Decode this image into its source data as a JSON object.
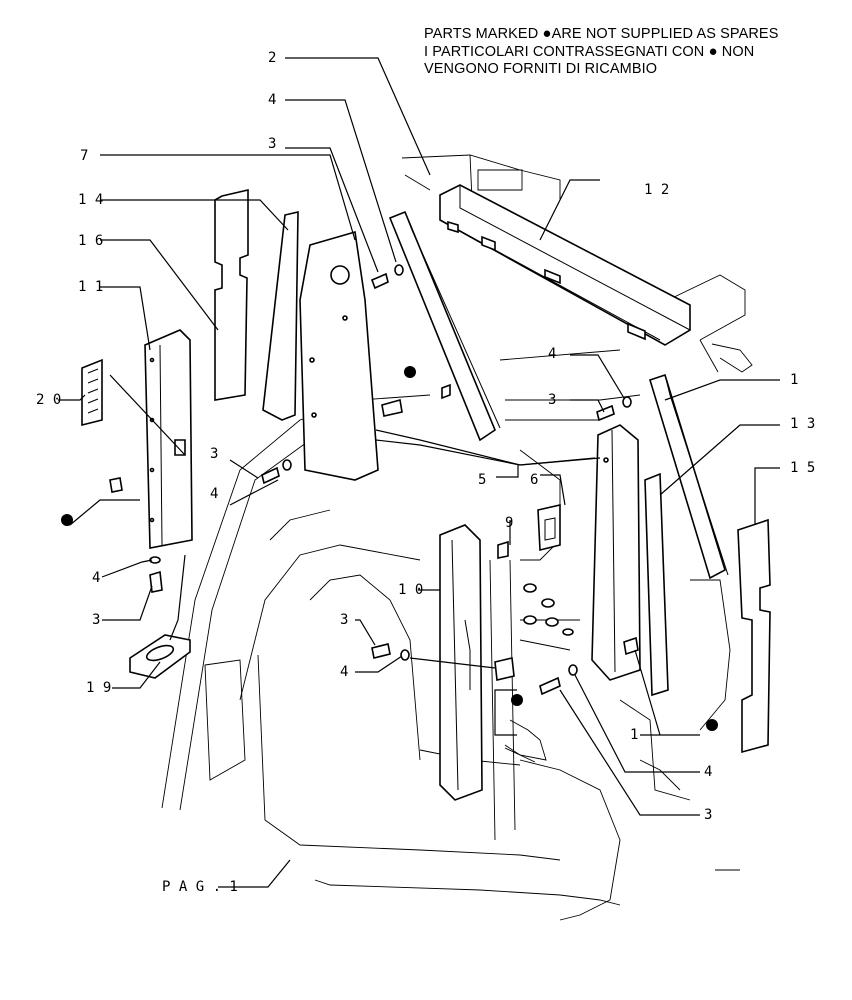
{
  "notes": {
    "line1_a": "PARTS MARKED ",
    "line1_b": "ARE NOT SUPPLIED AS SPARES",
    "line2_a": "I PARTICOLARI  CONTRASSEGNATI  CON ",
    "line2_b": " NON",
    "line3": "VENGONO FORNITI DI RICAMBIO",
    "marker_glyph": "●"
  },
  "callouts": [
    {
      "id": "c2",
      "text": "2"
    },
    {
      "id": "c4a",
      "text": "4"
    },
    {
      "id": "c3a",
      "text": "3"
    },
    {
      "id": "c7",
      "text": "7"
    },
    {
      "id": "c14",
      "text": "1 4"
    },
    {
      "id": "c16",
      "text": "1 6"
    },
    {
      "id": "c11",
      "text": "1 1"
    },
    {
      "id": "c20",
      "text": "2 0"
    },
    {
      "id": "c12",
      "text": "1 2"
    },
    {
      "id": "c4b",
      "text": "4"
    },
    {
      "id": "c3b",
      "text": "3"
    },
    {
      "id": "c1a",
      "text": "1"
    },
    {
      "id": "c13",
      "text": "1 3"
    },
    {
      "id": "c15",
      "text": "1 5"
    },
    {
      "id": "c3c",
      "text": "3"
    },
    {
      "id": "c4c",
      "text": "4"
    },
    {
      "id": "c5",
      "text": "5"
    },
    {
      "id": "c6",
      "text": "6"
    },
    {
      "id": "c9",
      "text": "9"
    },
    {
      "id": "c10",
      "text": "1 0"
    },
    {
      "id": "c4d",
      "text": "4"
    },
    {
      "id": "c3d",
      "text": "3"
    },
    {
      "id": "c3e",
      "text": "3"
    },
    {
      "id": "c4e",
      "text": "4"
    },
    {
      "id": "c19",
      "text": "1 9"
    },
    {
      "id": "c1b",
      "text": "1"
    },
    {
      "id": "c4f",
      "text": "4"
    },
    {
      "id": "c3f",
      "text": "3"
    },
    {
      "id": "cpag",
      "text": "P A G . 1"
    }
  ]
}
